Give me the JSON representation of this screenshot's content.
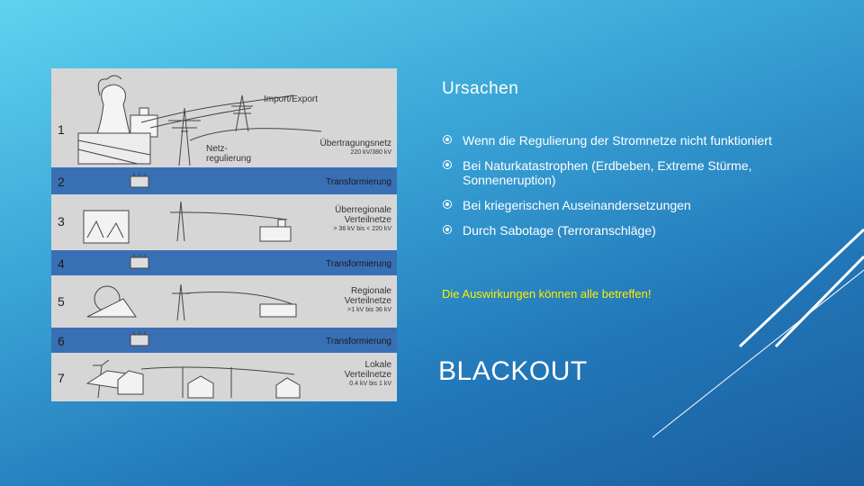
{
  "diagram": {
    "rows": [
      {
        "num": "1",
        "label": "Übertragungsnetz",
        "sub": "220 kV/380 kV"
      },
      {
        "num": "2",
        "label": "Transformierung"
      },
      {
        "num": "3",
        "label": "Überregionale Verteilnetze",
        "sub": "> 36 kV bis < 220 kV"
      },
      {
        "num": "4",
        "label": "Transformierung"
      },
      {
        "num": "5",
        "label": "Regionale Verteilnetze",
        "sub": ">1 kV bis 36 kV"
      },
      {
        "num": "6",
        "label": "Transformierung"
      },
      {
        "num": "7",
        "label": "Lokale Verteilnetze",
        "sub": "0.4 kV bis 1 kV"
      }
    ],
    "import_export": "Import/Export",
    "netzregulierung": "Netz- regulierung"
  },
  "content": {
    "title": "Ursachen",
    "bullets": [
      "Wenn die Regulierung der Stromnetze nicht funktioniert",
      "Bei Naturkatastrophen (Erdbeben, Extreme Stürme, Sonneneruption)",
      "Bei kriegerischen Auseinandersetzungen",
      "Durch Sabotage (Terroranschläge)"
    ],
    "impact": "Die Auswirkungen können alle betreffen!",
    "headline": "BLACKOUT"
  },
  "colors": {
    "impact_text": "#ffee00",
    "transform_band": "#3970b5"
  }
}
